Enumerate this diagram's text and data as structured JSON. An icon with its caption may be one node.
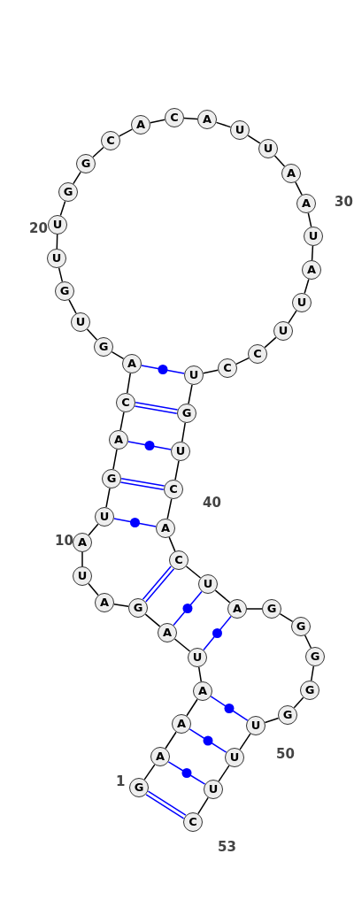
{
  "diagram": {
    "nodes": [
      {
        "text": [
          "G"
        ],
        "beside": [
          "1"
        ]
      },
      {
        "text": [
          "A"
        ]
      },
      {
        "text": [
          "A"
        ]
      },
      {
        "text": [
          "A"
        ]
      },
      {
        "text": [
          "U"
        ]
      },
      {
        "text": [
          "A"
        ]
      },
      {
        "text": [
          "G"
        ]
      },
      {
        "text": [
          "A"
        ]
      },
      {
        "text": [
          "U"
        ]
      },
      {
        "text": [
          "A"
        ],
        "beside": [
          "10"
        ]
      },
      {
        "text": [
          "U"
        ]
      },
      {
        "text": [
          "G"
        ]
      },
      {
        "text": [
          "A"
        ]
      },
      {
        "text": [
          "C"
        ]
      },
      {
        "text": [
          "A"
        ]
      },
      {
        "text": [
          "G"
        ]
      },
      {
        "text": [
          "U"
        ]
      },
      {
        "text": [
          "G"
        ]
      },
      {
        "text": [
          "U"
        ]
      },
      {
        "text": [
          "U"
        ],
        "beside": [
          "20"
        ]
      },
      {
        "text": [
          "G"
        ]
      },
      {
        "text": [
          "G"
        ]
      },
      {
        "text": [
          "C"
        ]
      },
      {
        "text": [
          "A"
        ]
      },
      {
        "text": [
          "C"
        ]
      },
      {
        "text": [
          "A"
        ]
      },
      {
        "text": [
          "U"
        ]
      },
      {
        "text": [
          "U"
        ]
      },
      {
        "text": [
          "A"
        ]
      },
      {
        "text": [
          "A"
        ],
        "beside": [
          "30"
        ]
      },
      {
        "text": [
          "U"
        ]
      },
      {
        "text": [
          "A"
        ]
      },
      {
        "text": [
          "U"
        ]
      },
      {
        "text": [
          "U"
        ]
      },
      {
        "text": [
          "C"
        ]
      },
      {
        "text": [
          "C"
        ]
      },
      {
        "text": [
          "U"
        ]
      },
      {
        "text": [
          "G"
        ]
      },
      {
        "text": [
          "U"
        ]
      },
      {
        "text": [
          "C"
        ],
        "beside": [
          "40"
        ]
      },
      {
        "text": [
          "A"
        ]
      },
      {
        "text": [
          "C"
        ]
      },
      {
        "text": [
          "U"
        ]
      },
      {
        "text": [
          "A"
        ]
      },
      {
        "text": [
          "G"
        ]
      },
      {
        "text": [
          "G"
        ]
      },
      {
        "text": [
          "G"
        ]
      },
      {
        "text": [
          "G"
        ]
      },
      {
        "text": [
          "G"
        ]
      },
      {
        "text": [
          "U"
        ],
        "beside": [
          "50"
        ]
      },
      {
        "text": [
          "U"
        ]
      },
      {
        "text": [
          "U"
        ]
      },
      {
        "text": [
          "C"
        ],
        "beside": [
          "53"
        ]
      }
    ],
    "edges": [
      {
        "from": 0,
        "to": 1,
        "arrow": "none"
      },
      {
        "from": 1,
        "to": 2,
        "arrow": "none"
      },
      {
        "from": 2,
        "to": 3,
        "arrow": "none"
      },
      {
        "from": 3,
        "to": 4,
        "arrow": "none"
      },
      {
        "from": 4,
        "to": 5,
        "arrow": "none"
      },
      {
        "from": 5,
        "to": 6,
        "arrow": "none"
      },
      {
        "from": 6,
        "to": 7,
        "arrow": "none"
      },
      {
        "from": 7,
        "to": 8,
        "arrow": "none"
      },
      {
        "from": 8,
        "to": 9,
        "arrow": "none"
      },
      {
        "from": 9,
        "to": 10,
        "arrow": "none"
      },
      {
        "from": 10,
        "to": 11,
        "arrow": "none"
      },
      {
        "from": 11,
        "to": 12,
        "arrow": "none"
      },
      {
        "from": 12,
        "to": 13,
        "arrow": "none"
      },
      {
        "from": 13,
        "to": 14,
        "arrow": "none"
      },
      {
        "from": 14,
        "to": 15,
        "arrow": "none"
      },
      {
        "from": 15,
        "to": 16,
        "arrow": "none"
      },
      {
        "from": 16,
        "to": 17,
        "arrow": "none"
      },
      {
        "from": 17,
        "to": 18,
        "arrow": "none"
      },
      {
        "from": 18,
        "to": 19,
        "arrow": "none"
      },
      {
        "from": 19,
        "to": 20,
        "arrow": "none"
      },
      {
        "from": 20,
        "to": 21,
        "arrow": "none"
      },
      {
        "from": 21,
        "to": 22,
        "arrow": "none"
      },
      {
        "from": 22,
        "to": 23,
        "arrow": "none"
      },
      {
        "from": 23,
        "to": 24,
        "arrow": "none"
      },
      {
        "from": 24,
        "to": 25,
        "arrow": "none"
      },
      {
        "from": 25,
        "to": 26,
        "arrow": "none"
      },
      {
        "from": 26,
        "to": 27,
        "arrow": "none"
      },
      {
        "from": 27,
        "to": 28,
        "arrow": "none"
      },
      {
        "from": 28,
        "to": 29,
        "arrow": "none"
      },
      {
        "from": 29,
        "to": 30,
        "arrow": "none"
      },
      {
        "from": 30,
        "to": 31,
        "arrow": "none"
      },
      {
        "from": 31,
        "to": 32,
        "arrow": "none"
      },
      {
        "from": 32,
        "to": 33,
        "arrow": "none"
      },
      {
        "from": 33,
        "to": 34,
        "arrow": "none"
      },
      {
        "from": 34,
        "to": 35,
        "arrow": "none"
      },
      {
        "from": 35,
        "to": 36,
        "arrow": "none"
      },
      {
        "from": 36,
        "to": 37,
        "arrow": "none"
      },
      {
        "from": 37,
        "to": 38,
        "arrow": "none"
      },
      {
        "from": 38,
        "to": 39,
        "arrow": "none"
      },
      {
        "from": 39,
        "to": 40,
        "arrow": "none"
      },
      {
        "from": 40,
        "to": 41,
        "arrow": "none"
      },
      {
        "from": 41,
        "to": 42,
        "arrow": "none"
      },
      {
        "from": 42,
        "to": 43,
        "arrow": "none"
      },
      {
        "from": 43,
        "to": 44,
        "arrow": "none"
      },
      {
        "from": 44,
        "to": 45,
        "arrow": "none"
      },
      {
        "from": 45,
        "to": 46,
        "arrow": "none"
      },
      {
        "from": 46,
        "to": 47,
        "arrow": "none"
      },
      {
        "from": 47,
        "to": 48,
        "arrow": "none"
      },
      {
        "from": 48,
        "to": 49,
        "arrow": "none"
      },
      {
        "from": 49,
        "to": 50,
        "arrow": "none"
      },
      {
        "from": 50,
        "to": 51,
        "arrow": "none"
      },
      {
        "from": 51,
        "to": 52,
        "arrow": "none"
      },
      {
        "from": 0,
        "to": 52,
        "arrow": "none",
        "color": "#0000ff"
      },
      {
        "from": 0,
        "to": 52,
        "arrow": "none",
        "color": "#0000ff"
      },
      {
        "from": 1,
        "to": 51,
        "arrow": "none",
        "color": "#0000ff"
      },
      {
        "from": 2,
        "to": 50,
        "arrow": "none",
        "color": "#0000ff"
      },
      {
        "from": 3,
        "to": 49,
        "arrow": "none",
        "color": "#0000ff"
      },
      {
        "from": 4,
        "to": 43,
        "arrow": "none",
        "color": "#0000ff"
      },
      {
        "from": 5,
        "to": 42,
        "arrow": "none",
        "color": "#0000ff"
      },
      {
        "from": 6,
        "to": 41,
        "arrow": "none",
        "color": "#0000ff"
      },
      {
        "from": 6,
        "to": 41,
        "arrow": "none",
        "color": "#0000ff"
      },
      {
        "from": 10,
        "to": 40,
        "arrow": "none",
        "color": "#0000ff"
      },
      {
        "from": 11,
        "to": 39,
        "arrow": "none",
        "color": "#0000ff"
      },
      {
        "from": 11,
        "to": 39,
        "arrow": "none",
        "color": "#0000ff"
      },
      {
        "from": 12,
        "to": 38,
        "arrow": "none",
        "color": "#0000ff"
      },
      {
        "from": 13,
        "to": 37,
        "arrow": "none",
        "color": "#0000ff"
      },
      {
        "from": 13,
        "to": 37,
        "arrow": "none",
        "color": "#0000ff"
      },
      {
        "from": 14,
        "to": 36,
        "arrow": "none",
        "color": "#0000ff"
      }
    ]
  }
}
